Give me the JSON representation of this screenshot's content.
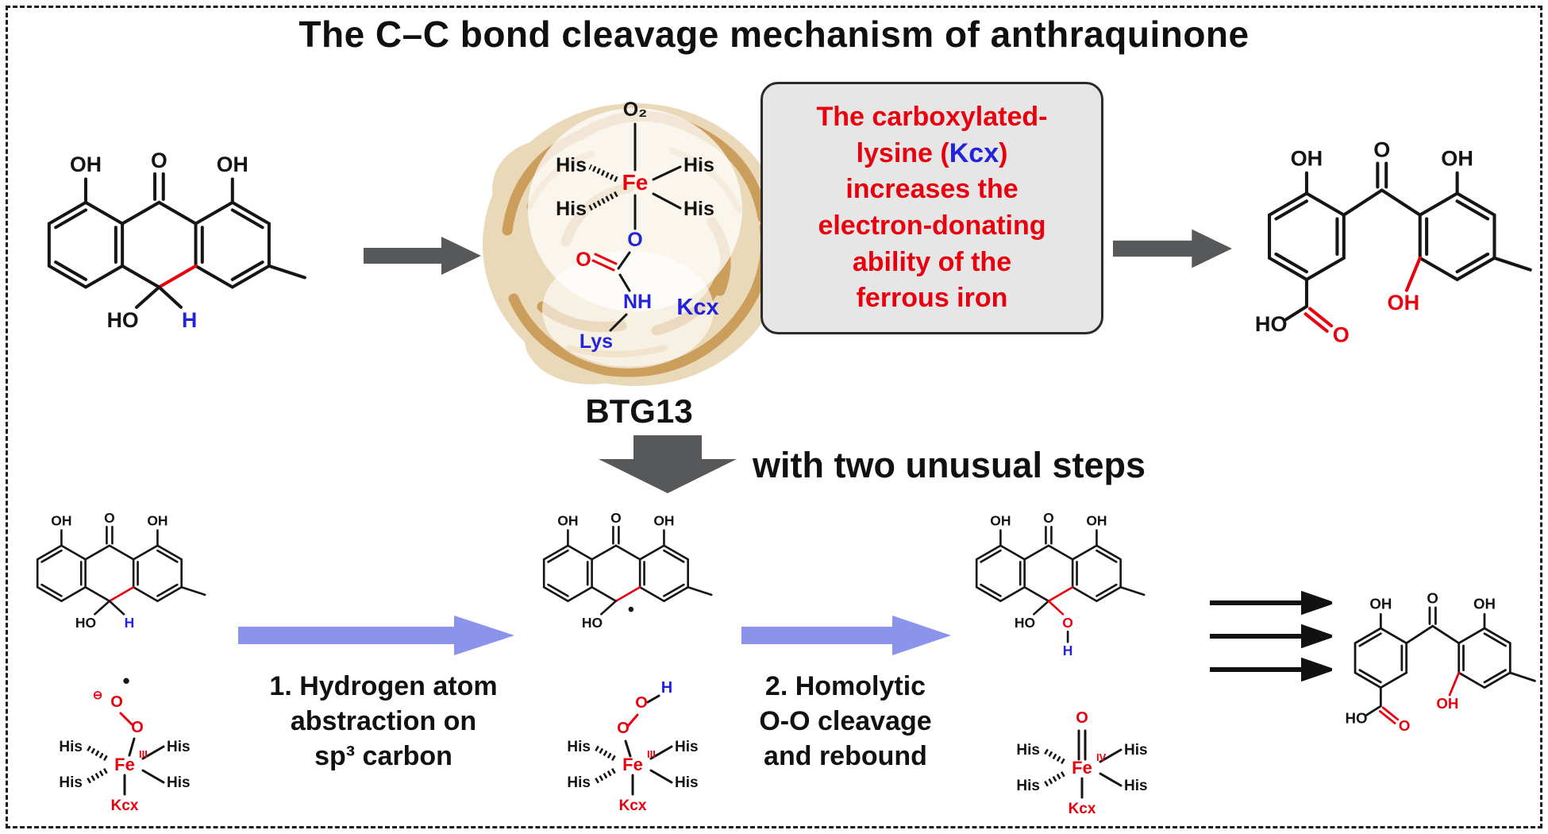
{
  "title": "The C–C bond cleavage mechanism of anthraquinone",
  "colors": {
    "red": "#e8000e",
    "blue": "#2323dc",
    "gray": "#57585a",
    "arrow-blue": "#8b93ea",
    "callout-bg": "#e6e6e6",
    "tan": "#ead9b8",
    "ribbon": "#c59044",
    "bond": "#151515"
  },
  "enzyme": {
    "name": "BTG13"
  },
  "callout": {
    "l1": "The carboxylated-",
    "l2a": "lysine (",
    "l2b": "Kcx",
    "l2c": ")",
    "l3": "increases the",
    "l4": "electron-donating",
    "l5": "ability of the",
    "l6": "ferrous iron"
  },
  "flow": {
    "two_steps": "with two unusual steps"
  },
  "steps": {
    "s1_l1": "1. Hydrogen atom",
    "s1_l2": "abstraction on",
    "s1_l3": "sp³ carbon",
    "s2_l1": "2. Homolytic",
    "s2_l2": "O-O cleavage",
    "s2_l3": "and rebound"
  },
  "atoms": {
    "oh": "OH",
    "o": "O",
    "ho": "HO",
    "h": "H",
    "o2": "O₂",
    "fe": "Fe",
    "iii": "III",
    "iv": "IV",
    "his": "His",
    "kcx": "Kcx",
    "lys": "Lys",
    "nh": "NH",
    "minus": "⊖",
    "radical": "•"
  }
}
